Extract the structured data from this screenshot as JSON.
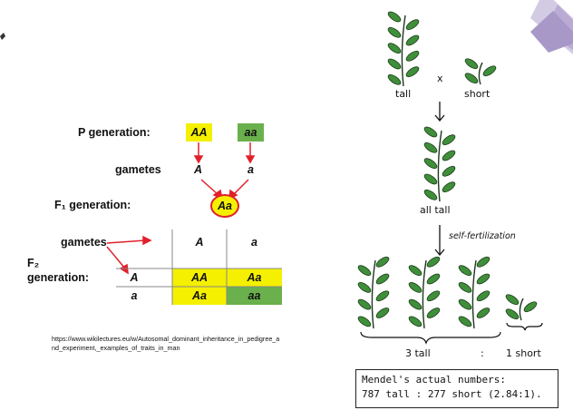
{
  "left_diagram": {
    "p_generation_label": "P generation:",
    "p_parent1": "AA",
    "p_parent2": "aa",
    "gametes_label": "gametes",
    "p_gamete1": "A",
    "p_gamete2": "a",
    "f1_label": "F₁ generation:",
    "f1_genotype": "Aa",
    "f1_gametes_label": "gametes",
    "f2_label_line1": "F₂",
    "f2_label_line2": "generation:",
    "punnett": {
      "col_headers": [
        "A",
        "a"
      ],
      "row_headers": [
        "A",
        "a"
      ],
      "cells": [
        [
          "AA",
          "Aa"
        ],
        [
          "Aa",
          "aa"
        ]
      ]
    },
    "citation": "https://www.wikilectures.eu/w/Autosomal_dominant_inheritance_in_pedigree_and_experiment,_examples_of_traits_in_man"
  },
  "right_diagram": {
    "tall_label": "tall",
    "cross_symbol": "x",
    "short_label": "short",
    "f1_label": "all tall",
    "self_fert_label": "self-fertilization",
    "f2_tall_label": "3 tall",
    "ratio_colon": ":",
    "f2_short_label": "1 short",
    "mendel_line1": "Mendel's actual numbers:",
    "mendel_line2": "787 tall : 277 short (2.84:1)."
  },
  "colors": {
    "yellow": "#f5f000",
    "green": "#6ab04c",
    "red": "#e0202a",
    "leaf": "#3f8f3a",
    "purple": "#b9abd3"
  }
}
